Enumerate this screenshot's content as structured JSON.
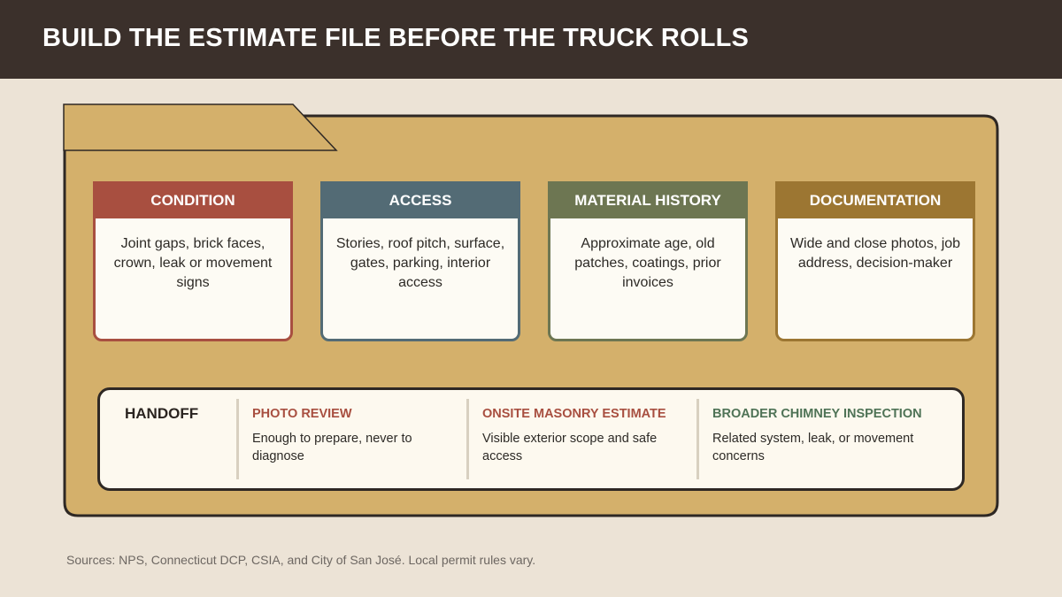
{
  "header": {
    "title": "BUILD THE ESTIMATE FILE BEFORE THE TRUCK ROLLS"
  },
  "categories": [
    {
      "title": "CONDITION",
      "body": "Joint gaps, brick faces, crown, leak or movement signs",
      "color": "#a84f40"
    },
    {
      "title": "ACCESS",
      "body": "Stories, roof pitch, surface, gates, parking, interior access",
      "color": "#536b75"
    },
    {
      "title": "MATERIAL HISTORY",
      "body": "Approximate age, old patches, coatings, prior invoices",
      "color": "#6d7652"
    },
    {
      "title": "DOCUMENTATION",
      "body": "Wide and close photos, job address, decision-maker",
      "color": "#9c7632"
    }
  ],
  "handoff": {
    "label": "HANDOFF",
    "steps": [
      {
        "title": "PHOTO REVIEW",
        "text": "Enough to prepare, never to diagnose",
        "color": "#a84f40"
      },
      {
        "title": "ONSITE MASONRY ESTIMATE",
        "text": "Visible exterior scope and safe access",
        "color": "#a84f40"
      },
      {
        "title": "BROADER CHIMNEY INSPECTION",
        "text": "Related system, leak, or movement concerns",
        "color": "#4f7356"
      }
    ]
  },
  "footer": {
    "sources": "Sources: NPS, Connecticut DCP, CSIA, and City of San José. Local permit rules vary."
  }
}
